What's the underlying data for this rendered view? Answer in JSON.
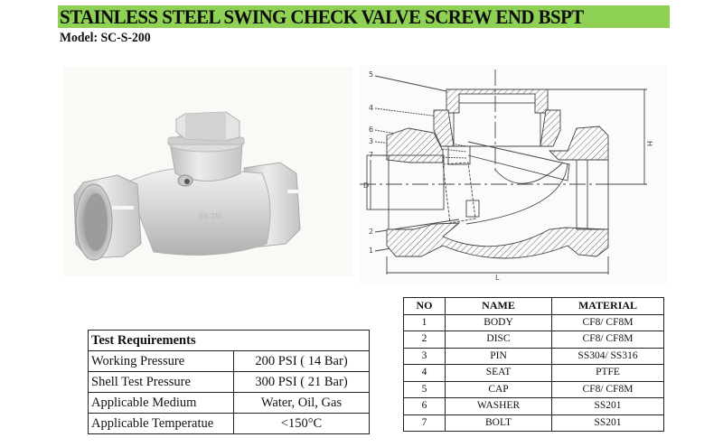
{
  "header": {
    "title": "STAINLESS STEEL SWING CHECK VALVE SCREW END BSPT",
    "model": "Model: SC-S-200",
    "banner_color": "#8fd154"
  },
  "product_photo": {
    "subject": "stainless steel swing check valve with hex cap and female threaded ends"
  },
  "diagram": {
    "part_labels": [
      "5",
      "4",
      "6",
      "3",
      "7",
      "2",
      "1"
    ],
    "dimension_labels": {
      "height": "H",
      "length": "L",
      "diameter": "D"
    }
  },
  "test_requirements": {
    "heading": "Test Requirements",
    "rows": [
      {
        "label": "Working Pressure",
        "value": "200 PSI ( 14 Bar)"
      },
      {
        "label": "Shell Test Pressure",
        "value": "300 PSI ( 21 Bar)"
      },
      {
        "label": "Applicable Medium",
        "value": "Water, Oil, Gas"
      },
      {
        "label": "Applicable Temperatue",
        "value": "<150°C"
      }
    ]
  },
  "materials": {
    "headers": [
      "NO",
      "NAME",
      "MATERIAL"
    ],
    "rows": [
      {
        "no": "1",
        "name": "BODY",
        "material": "CF8/ CF8M"
      },
      {
        "no": "2",
        "name": "DISC",
        "material": "CF8/ CF8M"
      },
      {
        "no": "3",
        "name": "PIN",
        "material": "SS304/ SS316"
      },
      {
        "no": "4",
        "name": "SEAT",
        "material": "PTFE"
      },
      {
        "no": "5",
        "name": "CAP",
        "material": "CF8/ CF8M"
      },
      {
        "no": "6",
        "name": "WASHER",
        "material": "SS201"
      },
      {
        "no": "7",
        "name": "BOLT",
        "material": "SS201"
      }
    ]
  }
}
